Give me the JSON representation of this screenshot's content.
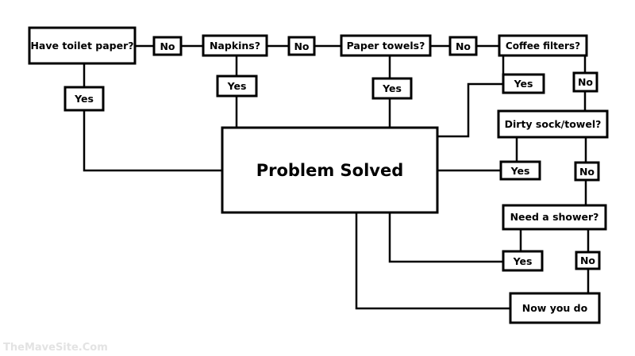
{
  "nodes": {
    "toilet_paper": "Have toilet paper?",
    "napkins": "Napkins?",
    "paper_towels": "Paper towels?",
    "coffee_filters": "Coffee filters?",
    "dirty_sock": "Dirty sock/towel?",
    "shower": "Need a shower?",
    "now_you_do": "Now you do",
    "problem_solved": "Problem Solved"
  },
  "labels": {
    "no": "No",
    "yes": "Yes"
  },
  "watermark": "TheMaveSite.Com",
  "colors": {
    "ink": "#000000",
    "background": "#ffffff",
    "watermark": "#e3e3e3"
  }
}
